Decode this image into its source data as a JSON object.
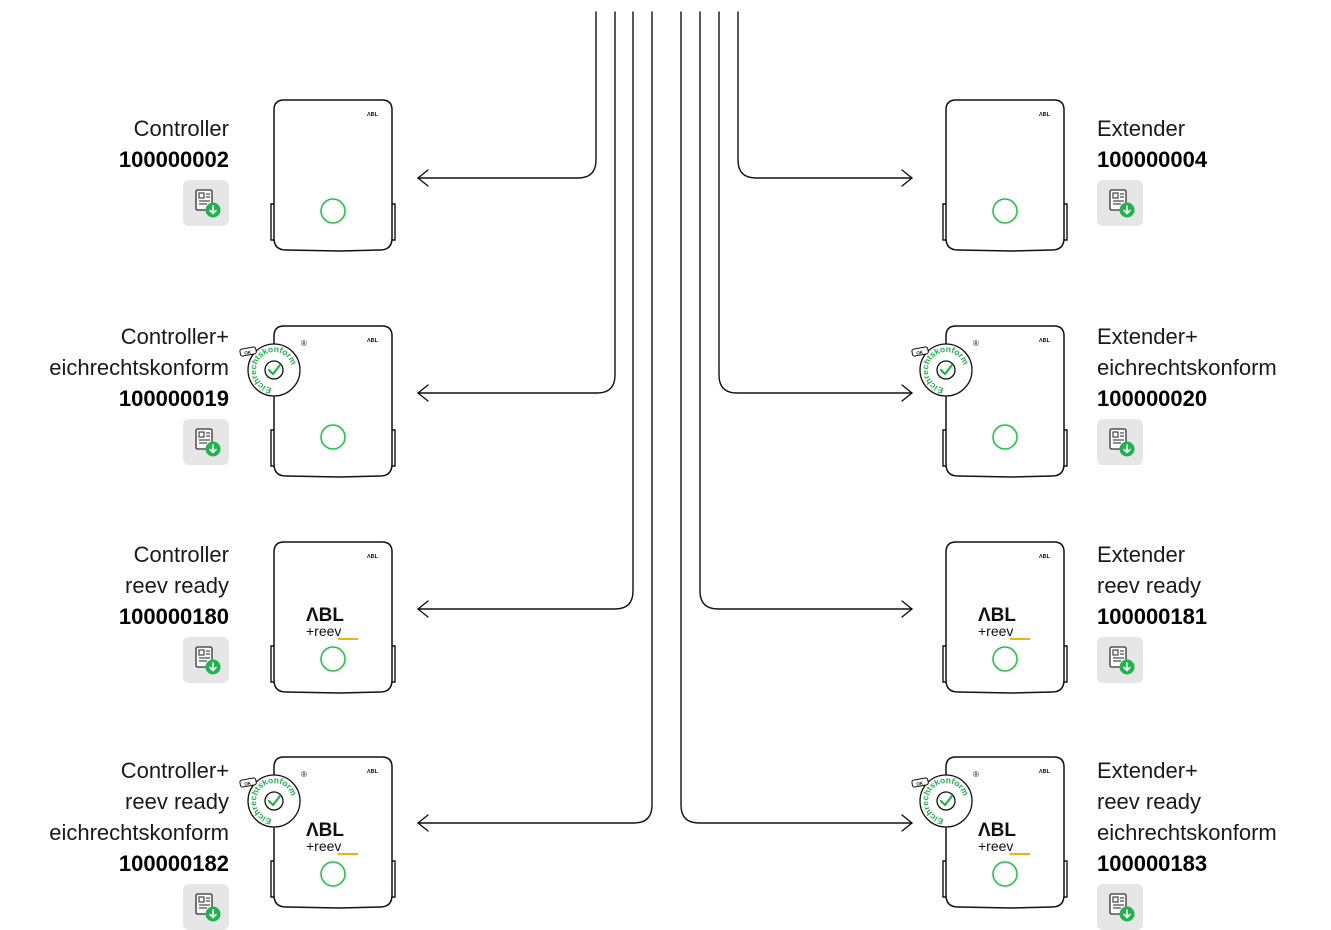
{
  "products": [
    {
      "side": "left",
      "lines": [
        "Controller"
      ],
      "number": "100000002",
      "brand": "ABL",
      "reev": false,
      "eich": false
    },
    {
      "side": "left",
      "lines": [
        "Controller+",
        "eichrechtskonform"
      ],
      "number": "100000019",
      "brand": "ABL",
      "reev": false,
      "eich": true
    },
    {
      "side": "left",
      "lines": [
        "Controller",
        "reev ready"
      ],
      "number": "100000180",
      "brand": "ABL",
      "reev": true,
      "eich": false
    },
    {
      "side": "left",
      "lines": [
        "Controller+",
        "reev ready",
        "eichrechtskonform"
      ],
      "number": "100000182",
      "brand": "ABL",
      "reev": true,
      "eich": true
    },
    {
      "side": "right",
      "lines": [
        "Extender"
      ],
      "number": "100000004",
      "brand": "ABL",
      "reev": false,
      "eich": false
    },
    {
      "side": "right",
      "lines": [
        "Extender+",
        "eichrechtskonform"
      ],
      "number": "100000020",
      "brand": "ABL",
      "reev": false,
      "eich": true
    },
    {
      "side": "right",
      "lines": [
        "Extender",
        "reev ready"
      ],
      "number": "100000181",
      "brand": "ABL",
      "reev": true,
      "eich": false
    },
    {
      "side": "right",
      "lines": [
        "Extender+",
        "reev ready",
        "eichrechtskonform"
      ],
      "number": "100000183",
      "brand": "ABL",
      "reev": true,
      "eich": true
    }
  ],
  "reev_logo": {
    "brand": "ABL",
    "plus": "+",
    "word": "reev"
  },
  "seal": {
    "text": "Eichrechtskonform",
    "registered": "®",
    "tag": "OK"
  },
  "doc_icon": "datasheet-download-icon",
  "colors": {
    "led": "#22c44a",
    "badge": "#1fb34d",
    "reev_underline": "#f0b400",
    "button_bg": "#e6e6e6",
    "line": "#111111"
  }
}
